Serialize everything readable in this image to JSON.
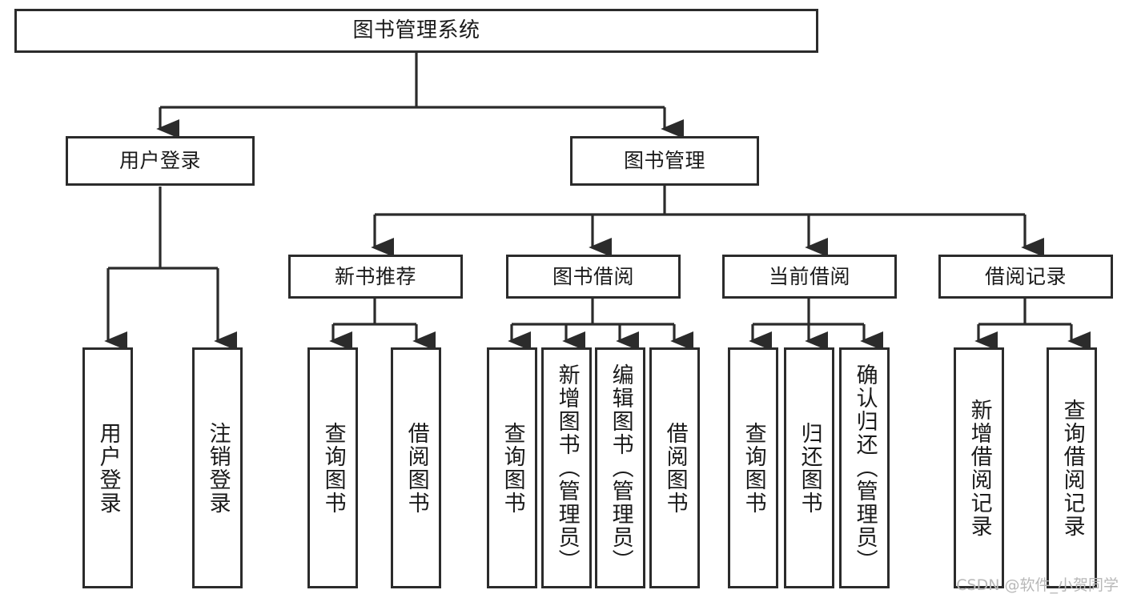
{
  "diagram": {
    "title": "图书管理系统",
    "type": "tree-hierarchy",
    "colors": {
      "background": "#ffffff",
      "box_fill": "#ffffff",
      "box_border": "#2b2b2b",
      "edge": "#2b2b2b",
      "text": "#1a1a1a",
      "watermark": "#b8b8b8"
    },
    "watermark": "CSDN @软件_小贺同学",
    "nodes": {
      "root": {
        "label": "图书管理系统"
      },
      "level1": [
        {
          "label": "用户登录"
        },
        {
          "label": "图书管理"
        }
      ],
      "level2": [
        {
          "label": "新书推荐"
        },
        {
          "label": "图书借阅"
        },
        {
          "label": "当前借阅"
        },
        {
          "label": "借阅记录"
        }
      ],
      "leaves": {
        "user_login": [
          {
            "label": "用户登录"
          },
          {
            "label": "注销登录"
          }
        ],
        "new_book_recommend": [
          {
            "label": "查询图书"
          },
          {
            "label": "借阅图书"
          }
        ],
        "book_borrow": [
          {
            "label": "查询图书"
          },
          {
            "label": "新增图书（管理员）"
          },
          {
            "label": "编辑图书（管理员）"
          },
          {
            "label": "借阅图书"
          }
        ],
        "current_borrow": [
          {
            "label": "查询图书"
          },
          {
            "label": "归还图书"
          },
          {
            "label": "确认归还（管理员）"
          }
        ],
        "borrow_records": [
          {
            "label": "新增借阅记录"
          },
          {
            "label": "查询借阅记录"
          }
        ]
      }
    }
  }
}
